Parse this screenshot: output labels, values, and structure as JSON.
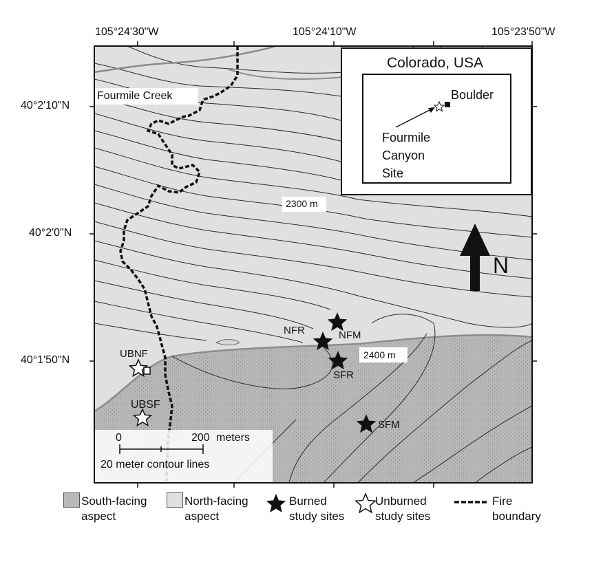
{
  "axes": {
    "lon_labels": [
      "105°24'30\"W",
      "105°24'10\"W",
      "105°23'50\"W"
    ],
    "lat_labels": [
      "40°2'10\"N",
      "40°2'0\"N",
      "40°1'50\"N"
    ]
  },
  "map_labels": {
    "creek": "Fourmile Creek",
    "contour_2300": "2300 m",
    "contour_2400": "2400 m",
    "north": "N"
  },
  "inset": {
    "title": "Colorado, USA",
    "city": "Boulder",
    "site_line1": "Fourmile",
    "site_line2": "Canyon",
    "site_line3": "Site"
  },
  "sites": {
    "nfr": "NFR",
    "nfm": "NFM",
    "sfr": "SFR",
    "sfm": "SFM",
    "ubnf": "UBNF",
    "ubsf": "UBSF"
  },
  "scale": {
    "zero": "0",
    "distance": "200",
    "unit": "meters",
    "note": "20 meter contour lines"
  },
  "legend": {
    "south_l1": "South-facing",
    "south_l2": "aspect",
    "north_l1": "North-facing",
    "north_l2": "aspect",
    "burned_l1": "Burned",
    "burned_l2": "study sites",
    "unburned_l1": "Unburned",
    "unburned_l2": "study sites",
    "fire_l1": "Fire",
    "fire_l2": "boundary"
  },
  "colors": {
    "north_aspect": "#e0e0e0",
    "south_aspect": "#b8b8b8",
    "contour": "#2a2a2a",
    "creek": "#8a8a8a"
  }
}
